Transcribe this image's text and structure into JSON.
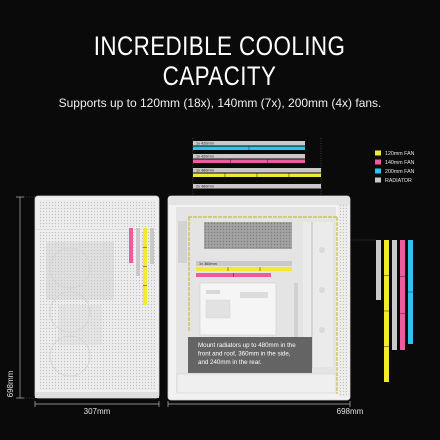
{
  "title": {
    "line1": "INCREDIBLE COOLING",
    "line2": "CAPACITY"
  },
  "subtitle": "Supports up to 120mm (18x), 140mm (7x), 200mm (4x) fans.",
  "legend": {
    "items": [
      {
        "label": "120mm FAN",
        "color": "#f3ea2f"
      },
      {
        "label": "140mm FAN",
        "color": "#ef5aa0"
      },
      {
        "label": "200mm FAN",
        "color": "#2ec4f2"
      },
      {
        "label": "RADIATOR",
        "color": "#c9c9c9"
      }
    ]
  },
  "roof_mounts": {
    "labels": [
      "1x 420mm",
      "1x 420mm",
      "1x 480mm",
      "2x 480mm"
    ]
  },
  "side_mount": {
    "label": "1x 360mm"
  },
  "note": {
    "lines": [
      "Mount radiators up to 480mm in the",
      "front and roof, 360mm in the side,",
      "and 240mm in the rear."
    ]
  },
  "dimensions": {
    "height": "698mm",
    "width": "307mm",
    "depth": "698mm"
  },
  "colors": {
    "background": "#0a0a0a",
    "case": "#efefef",
    "note_box": "#5d5d5d"
  }
}
